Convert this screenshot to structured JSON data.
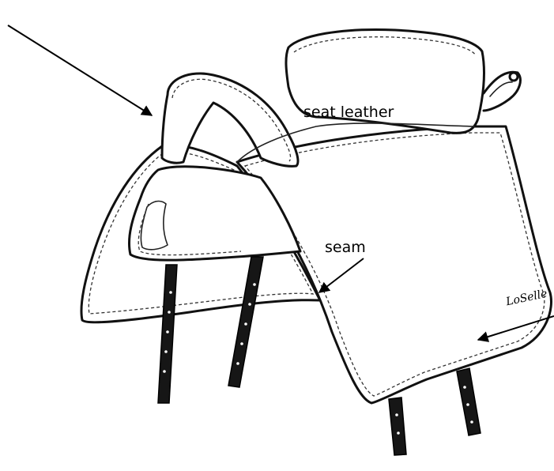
{
  "labels": {
    "seat_leather": "seat leather",
    "seam": "seam",
    "brand": "LoSelle"
  },
  "colors": {
    "ink": "#111111",
    "background": "#ffffff"
  }
}
